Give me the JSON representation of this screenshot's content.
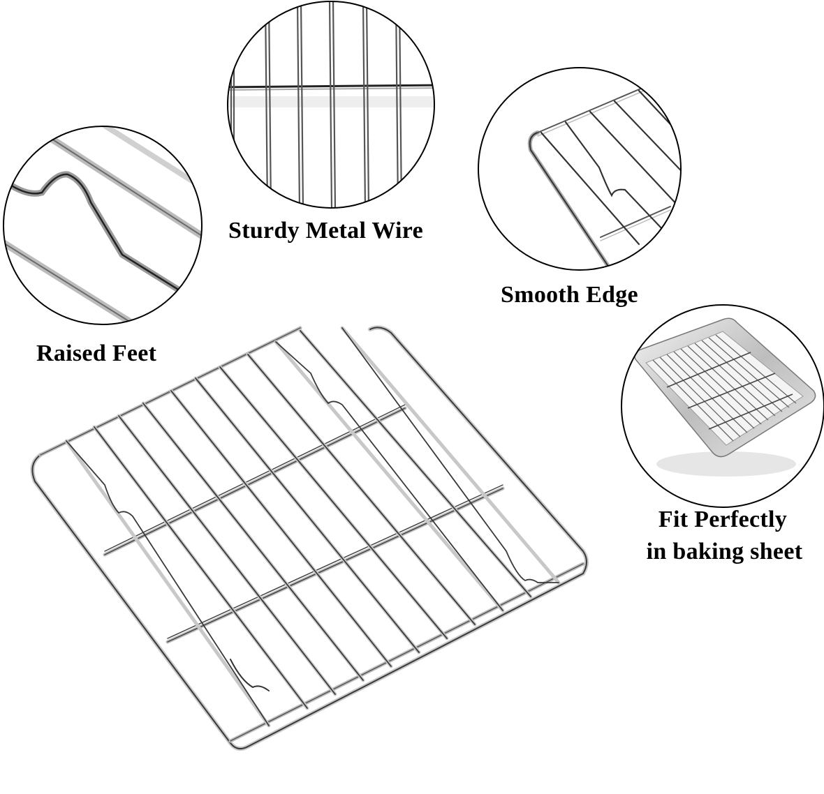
{
  "image_type": "product feature infographic",
  "product": "stainless steel cooling / baking wire rack",
  "features": [
    {
      "id": "raised-feet",
      "label": "Raised Feet"
    },
    {
      "id": "sturdy-wire",
      "label": "Sturdy Metal Wire"
    },
    {
      "id": "smooth-edge",
      "label": "Smooth Edge"
    },
    {
      "id": "fit-sheet",
      "label_line1": "Fit Perfectly",
      "label_line2": "in baking sheet"
    }
  ],
  "colors": {
    "background": "#ffffff",
    "text": "#000000",
    "circle_outline": "#000000",
    "wire_dark": "#4a4a4a",
    "wire_light": "#d8d8d8"
  }
}
